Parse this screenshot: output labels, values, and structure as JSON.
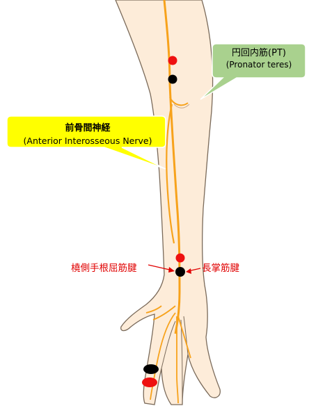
{
  "colors": {
    "skin": "#fdecd9",
    "outline": "#7a6a5a",
    "nerve": "#f7a21b",
    "red_dot": "#ee1111",
    "black_dot": "#000000",
    "green_callout": "#a9d18e",
    "yellow_callout": "#ffff00",
    "label_red": "#e00000"
  },
  "callouts": {
    "pronator": {
      "title": "円回内筋(PT)",
      "subtitle": "(Pronator teres)"
    },
    "ain": {
      "title": "前骨間神経",
      "subtitle": "(Anterior Interosseous Nerve)"
    }
  },
  "labels": {
    "fcr": "橈側手根屈筋腱",
    "pl": "長掌筋腱"
  },
  "icons": [
    "red-dot-marker",
    "black-dot-marker",
    "arrow-right",
    "arrow-left"
  ]
}
